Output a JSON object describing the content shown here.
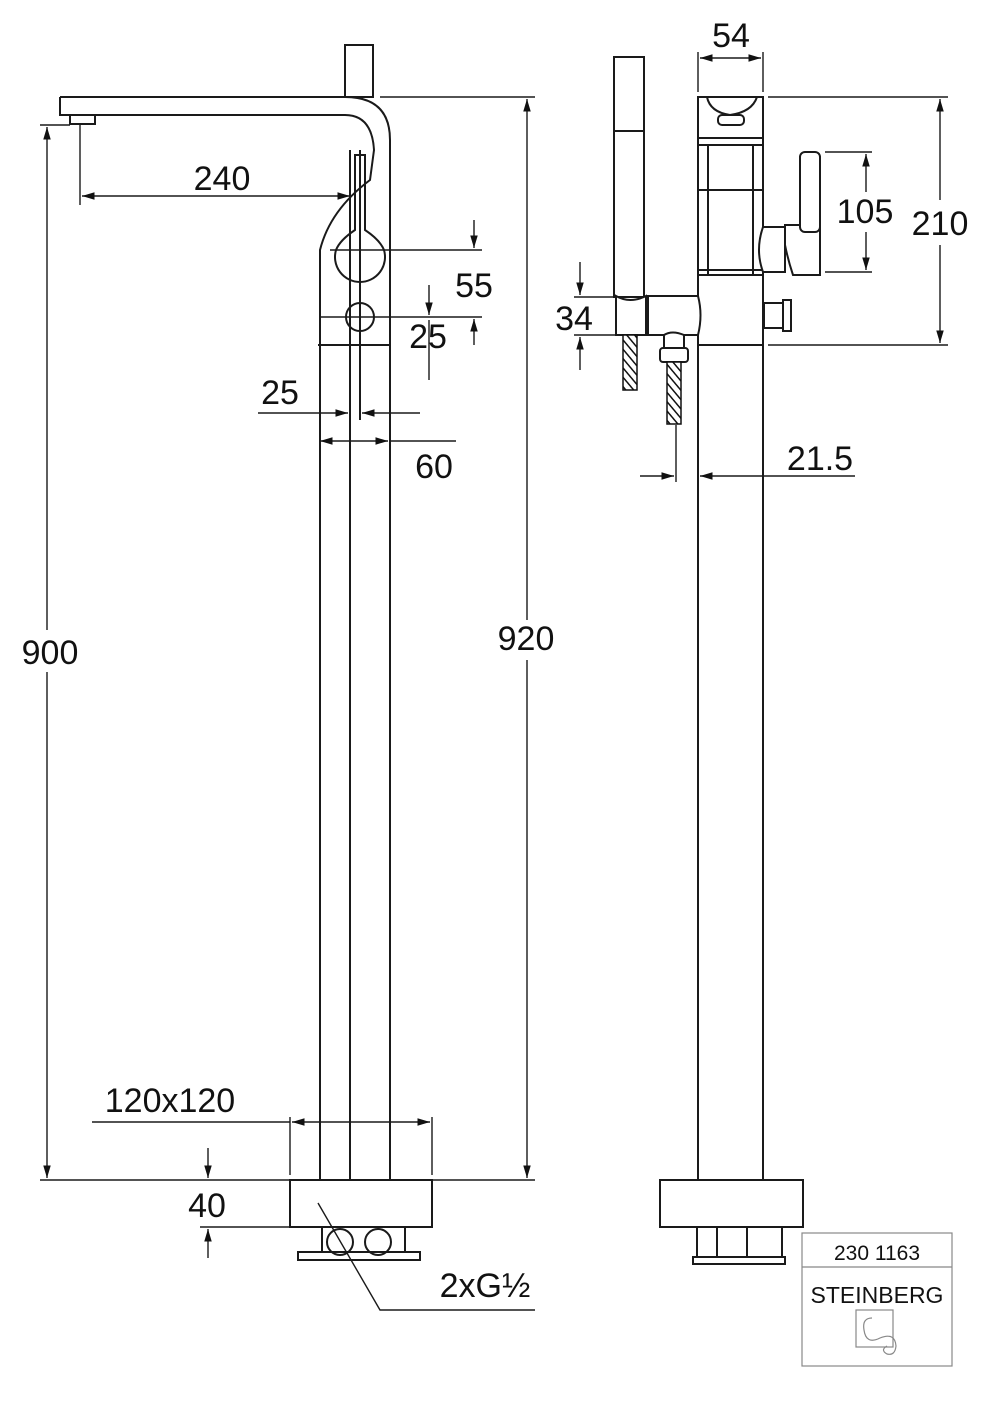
{
  "front_view": {
    "dims": {
      "spout_reach": "240",
      "height_spout": "900",
      "height_total": "920",
      "handle_offset": "55",
      "knob_offset": "25",
      "handle_width": "25",
      "column_width": "60",
      "base_size": "120x120",
      "base_height": "40",
      "inlets": "2xG½"
    }
  },
  "side_view": {
    "dims": {
      "column_depth": "54",
      "head_height": "210",
      "lever_height": "105",
      "holder_height": "34",
      "hose_offset": "21.5"
    }
  },
  "title_block": {
    "article_number": "230 1163",
    "brand": "STEINBERG"
  }
}
